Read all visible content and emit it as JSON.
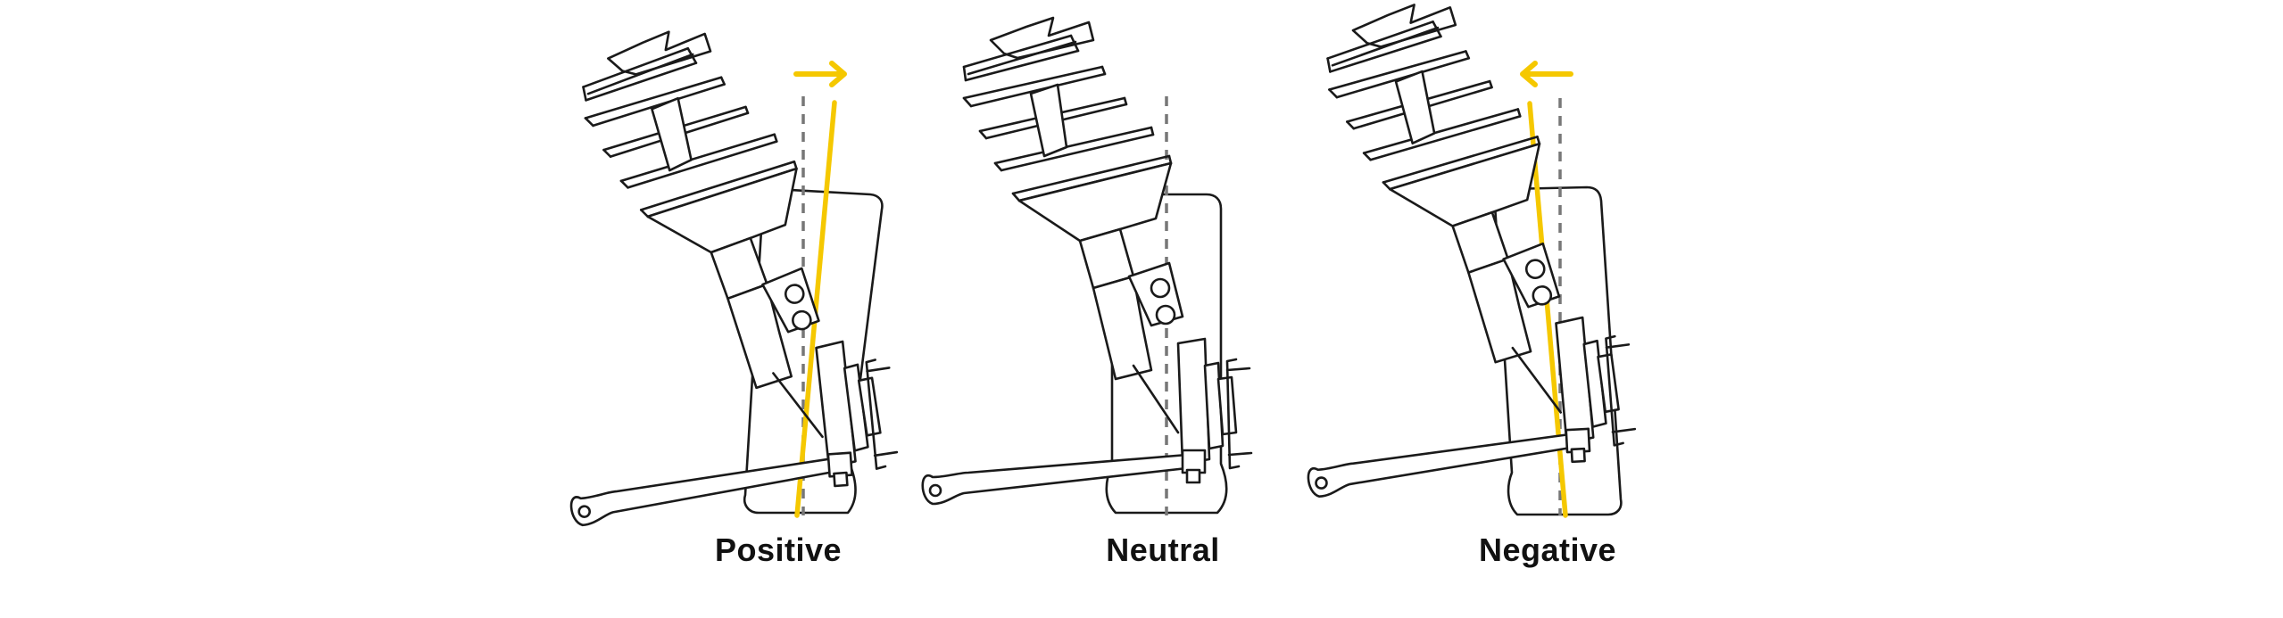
{
  "colors": {
    "accent": "#f5c800",
    "reference_line": "#777777",
    "outline": "#1a1a1a",
    "background": "#ffffff"
  },
  "diagrams": [
    {
      "label": "Positive",
      "camber": "positive",
      "arrow_direction": "right"
    },
    {
      "label": "Neutral",
      "camber": "neutral",
      "arrow_direction": "none"
    },
    {
      "label": "Negative",
      "camber": "negative",
      "arrow_direction": "left"
    }
  ]
}
